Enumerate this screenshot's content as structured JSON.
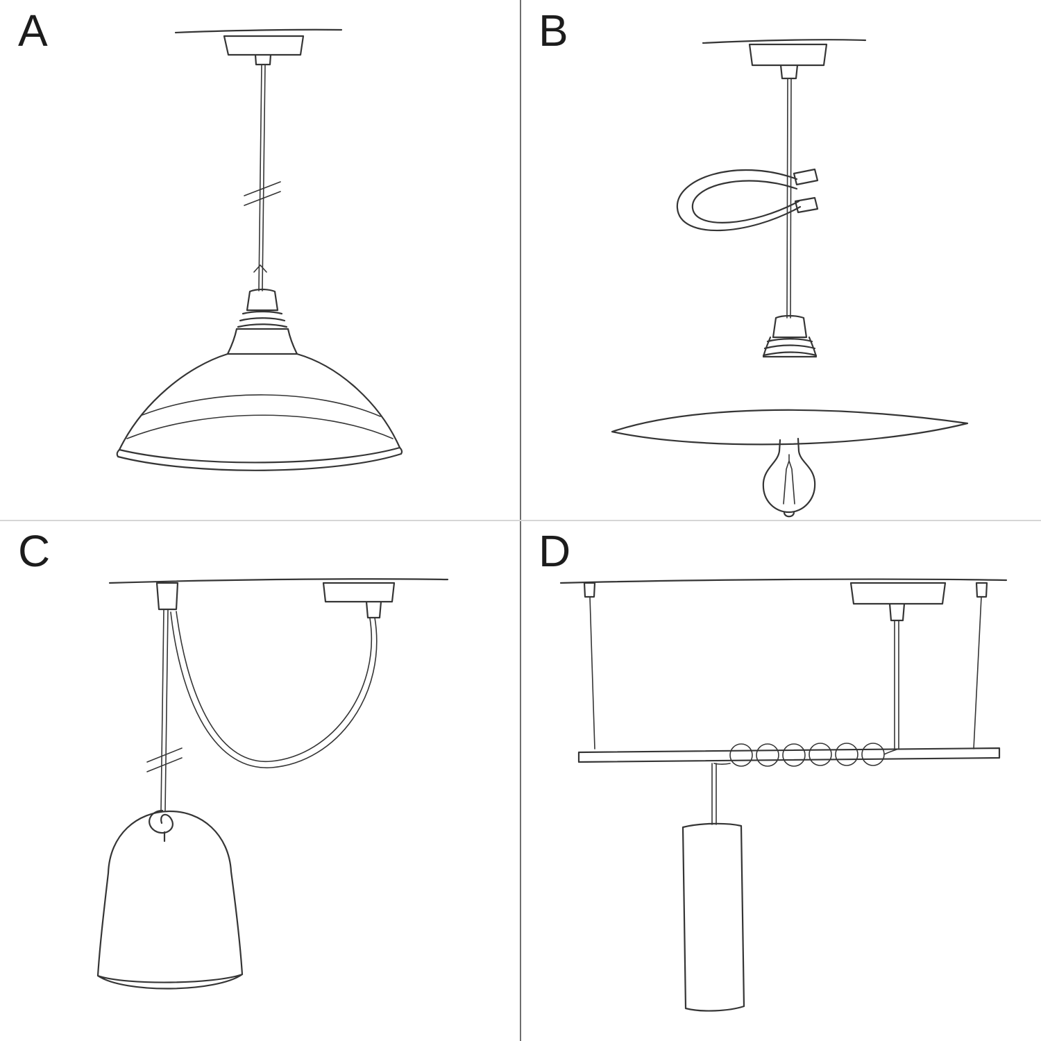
{
  "colors": {
    "ink": "#353535",
    "divider_vertical": "#6e6e6e",
    "divider_horizontal": "#d6d6d6",
    "background": "#ffffff"
  },
  "panels": [
    {
      "label": "A",
      "illustration": "pendant-cord-with-industrial-bistro-shade-sketch"
    },
    {
      "label": "B",
      "illustration": "pendant-cord-with-cable-cleat-flat-plate-shade-and-bulb-sketch"
    },
    {
      "label": "C",
      "illustration": "swag-pendant-with-ceiling-hook-knot-and-bell-shade-sketch"
    },
    {
      "label": "D",
      "illustration": "suspended-bar-with-coiled-cord-and-cylinder-pendant-sketch"
    }
  ]
}
